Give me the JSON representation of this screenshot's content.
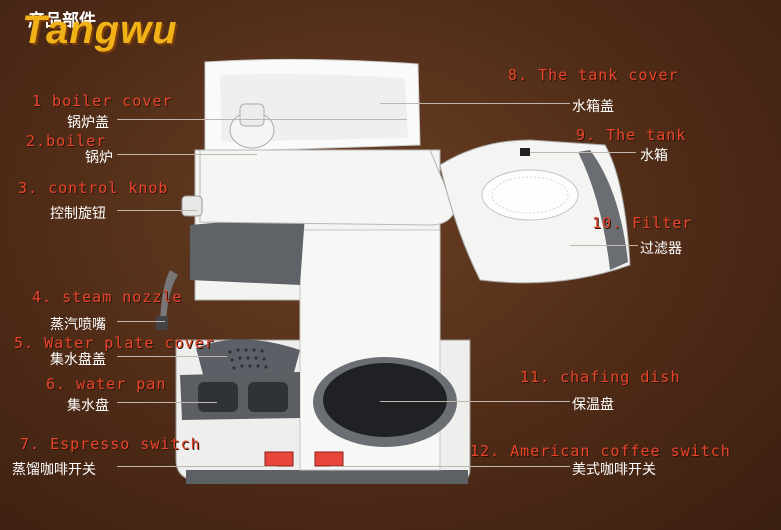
{
  "header": {
    "section_title": "产品部件",
    "brand": "Tangwu"
  },
  "labels": [
    {
      "id": "boiler-cover",
      "en": "1 boiler cover",
      "cn": "锅炉盖"
    },
    {
      "id": "boiler",
      "en": "2.boiler",
      "cn": "锅炉"
    },
    {
      "id": "control-knob",
      "en": "3. control knob",
      "cn": "控制旋钮"
    },
    {
      "id": "steam-nozzle",
      "en": "4. steam nozzle",
      "cn": "蒸汽喷嘴"
    },
    {
      "id": "water-plate-cover",
      "en": "5. Water plate cover",
      "cn": "集水盘盖"
    },
    {
      "id": "water-pan",
      "en": "6. water pan",
      "cn": "集水盘"
    },
    {
      "id": "espresso-switch",
      "en": "7. Espresso switch",
      "cn": "蒸馏咖啡开关"
    },
    {
      "id": "tank-cover",
      "en": "8. The tank cover",
      "cn": "水箱盖"
    },
    {
      "id": "tank",
      "en": "9. The tank",
      "cn": "水箱"
    },
    {
      "id": "filter",
      "en": "10. Filter",
      "cn": "过滤器"
    },
    {
      "id": "chafing-dish",
      "en": "11. chafing dish",
      "cn": "保温盘"
    },
    {
      "id": "american-switch",
      "en": "12. American coffee switch",
      "cn": "美式咖啡开关"
    }
  ]
}
